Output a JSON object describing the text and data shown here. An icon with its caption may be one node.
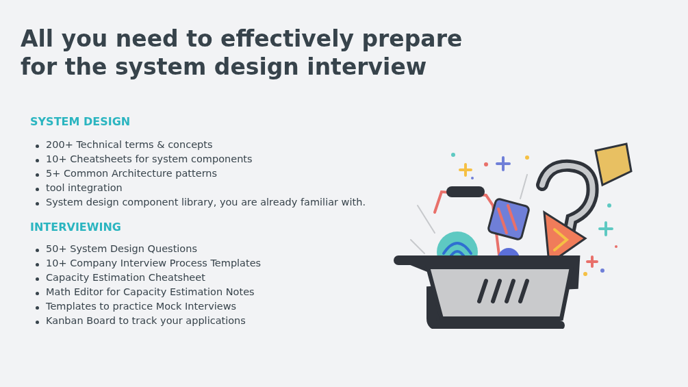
{
  "diagram": {
    "title": "All you need to effectively prepare for the system design interview",
    "labels": [
      "SYSTEM DESIGN",
      "200+ Technical terms & concepts",
      "10+ Cheatsheets for system components",
      "5+ Common Architecture patterns",
      "tool integration",
      "System design component library, you are already familiar with.",
      "INTERVIEWING",
      "50+ System Design Questions",
      "10+ Company Interview Process Templates",
      "Capacity Estimation Cheatsheet",
      "Math Editor for Capacity Estimation Notes",
      "Templates to practice Mock Interviews",
      "Kanban Board to track your applications"
    ]
  }
}
